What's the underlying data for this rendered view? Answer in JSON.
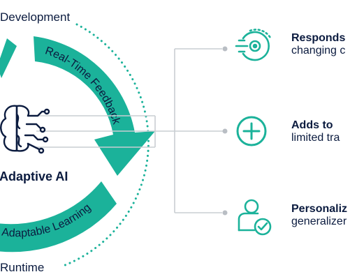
{
  "colors": {
    "accent": "#1bb29a",
    "ink": "#0b1b3f",
    "connector": "#c9cdd2"
  },
  "cycle": {
    "top_label": "Development",
    "bottom_label": "Runtime",
    "arc_top": "Real-Time Feedback",
    "arc_bottom": "Adaptable Learning",
    "center_title": "Adaptive AI",
    "center_icon": "brain-circuit-icon"
  },
  "benefits": [
    {
      "icon": "responsive-target-icon",
      "title": "Responds",
      "subtitle": "changing c"
    },
    {
      "icon": "plus-circle-icon",
      "title": "Adds to",
      "subtitle": "limited tra"
    },
    {
      "icon": "user-check-icon",
      "title": "Personaliz",
      "subtitle": "generalizer"
    }
  ]
}
